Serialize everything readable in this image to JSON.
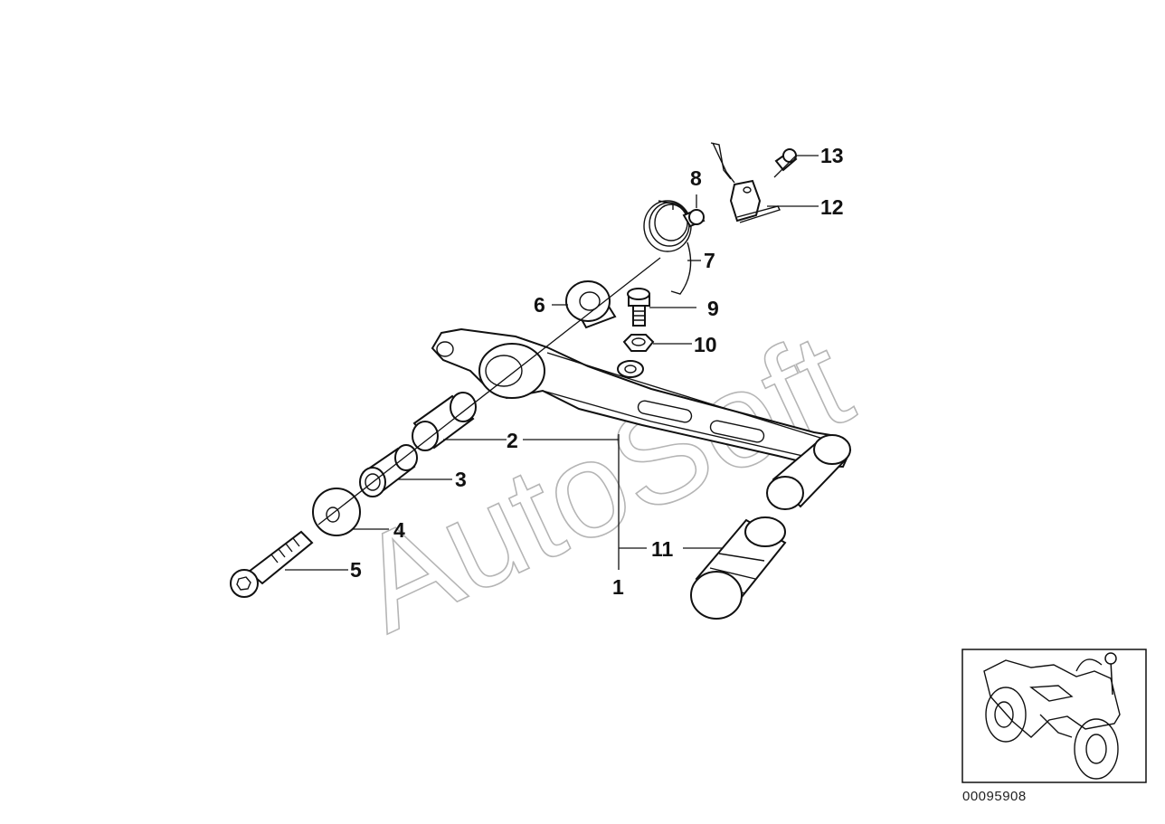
{
  "diagram": {
    "watermark": "AutoSoft",
    "reference_code": "00095908",
    "callouts": [
      {
        "id": "1",
        "label": "1"
      },
      {
        "id": "2",
        "label": "2"
      },
      {
        "id": "3",
        "label": "3"
      },
      {
        "id": "4",
        "label": "4"
      },
      {
        "id": "5",
        "label": "5"
      },
      {
        "id": "6",
        "label": "6"
      },
      {
        "id": "7",
        "label": "7"
      },
      {
        "id": "8",
        "label": "8"
      },
      {
        "id": "9",
        "label": "9"
      },
      {
        "id": "10",
        "label": "10"
      },
      {
        "id": "11",
        "label": "11"
      },
      {
        "id": "12",
        "label": "12"
      },
      {
        "id": "13",
        "label": "13"
      }
    ],
    "colors": {
      "line": "#111111",
      "watermark": "#b5b5b5",
      "background": "#ffffff"
    }
  }
}
